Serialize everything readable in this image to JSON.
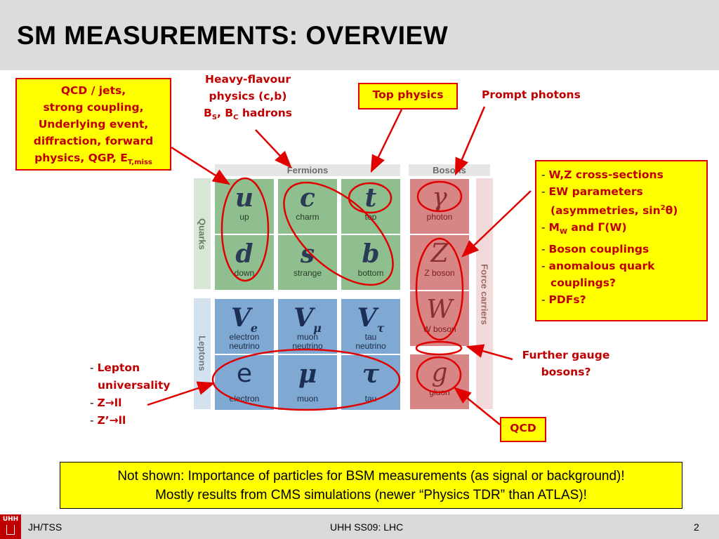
{
  "title": "SM MEASUREMENTS: OVERVIEW",
  "qcd_box": {
    "line1": "QCD / jets,",
    "line2": "strong coupling,",
    "line3": "Underlying event,",
    "line4": "diffraction, forward",
    "line5_prefix": "physics, QGP, E",
    "line5_sub": "T,miss"
  },
  "heavy_flavour": {
    "line1": "Heavy-flavour",
    "line2": "physics (c,b)",
    "b": "B",
    "bs_sub": "S",
    "sep": ", B",
    "bc_sub": "C",
    "suffix": " hadrons"
  },
  "top_physics": "Top physics",
  "prompt_photons": "Prompt photons",
  "ew_list": {
    "item1": "W,Z cross-sections",
    "item2a": "EW parameters",
    "item2b_prefix": "(asymmetries, sin",
    "item2b_sup": "2",
    "item2b_suffix": "θ)",
    "item3_prefix": "M",
    "item3_sub": "W",
    "item3_suffix": " and Γ(W)",
    "item4": "Boson couplings",
    "item5a": "anomalous quark",
    "item5b": "couplings?",
    "item6": "PDFs?"
  },
  "further_gauge": {
    "line1": "Further gauge",
    "line2": "bosons?"
  },
  "qcd_small": "QCD",
  "lepton_list": {
    "item1a": "Lepton",
    "item1b": "universality",
    "item2": "Z→ll",
    "item3": "Z’→ll"
  },
  "table": {
    "fermions_header": "Fermions",
    "bosons_header": "Bosons",
    "quarks_label": "Quarks",
    "leptons_label": "Leptons",
    "force_label": "Force carriers",
    "quarks": [
      {
        "sym": "u",
        "name": "up"
      },
      {
        "sym": "c",
        "name": "charm"
      },
      {
        "sym": "t",
        "name": "top"
      },
      {
        "sym": "d",
        "name": "down"
      },
      {
        "sym": "s",
        "name": "strange"
      },
      {
        "sym": "b",
        "name": "bottom"
      }
    ],
    "neutrinos": [
      {
        "sym": "V",
        "sub": "e",
        "name1": "electron",
        "name2": "neutrino"
      },
      {
        "sym": "V",
        "sub": "μ",
        "name1": "muon",
        "name2": "neutrino"
      },
      {
        "sym": "V",
        "sub": "τ",
        "name1": "tau",
        "name2": "neutrino"
      }
    ],
    "leptons": [
      {
        "sym": "e",
        "name": "electron"
      },
      {
        "sym": "μ",
        "name": "muon"
      },
      {
        "sym": "τ",
        "name": "tau"
      }
    ],
    "bosons": [
      {
        "sym": "γ",
        "name": "photon"
      },
      {
        "sym": "Z",
        "name": "Z boson"
      },
      {
        "sym": "W",
        "name": "W boson"
      },
      {
        "sym": "g",
        "name": "gluon"
      }
    ]
  },
  "note": {
    "line1": "Not shown: Importance of particles for BSM measurements (as signal or background)!",
    "line2": "Mostly results from CMS simulations (newer “Physics TDR” than ATLAS)!"
  },
  "footer": {
    "logo": "UHH",
    "left": "JH/TSS",
    "center": "UHH SS09: LHC",
    "page": "2"
  },
  "colors": {
    "annotation_red": "#c00000",
    "highlight_yellow": "#ffff00",
    "quark_green": "#8fbf8f",
    "lepton_blue": "#7fa9d3",
    "boson_pink": "#d78585"
  }
}
